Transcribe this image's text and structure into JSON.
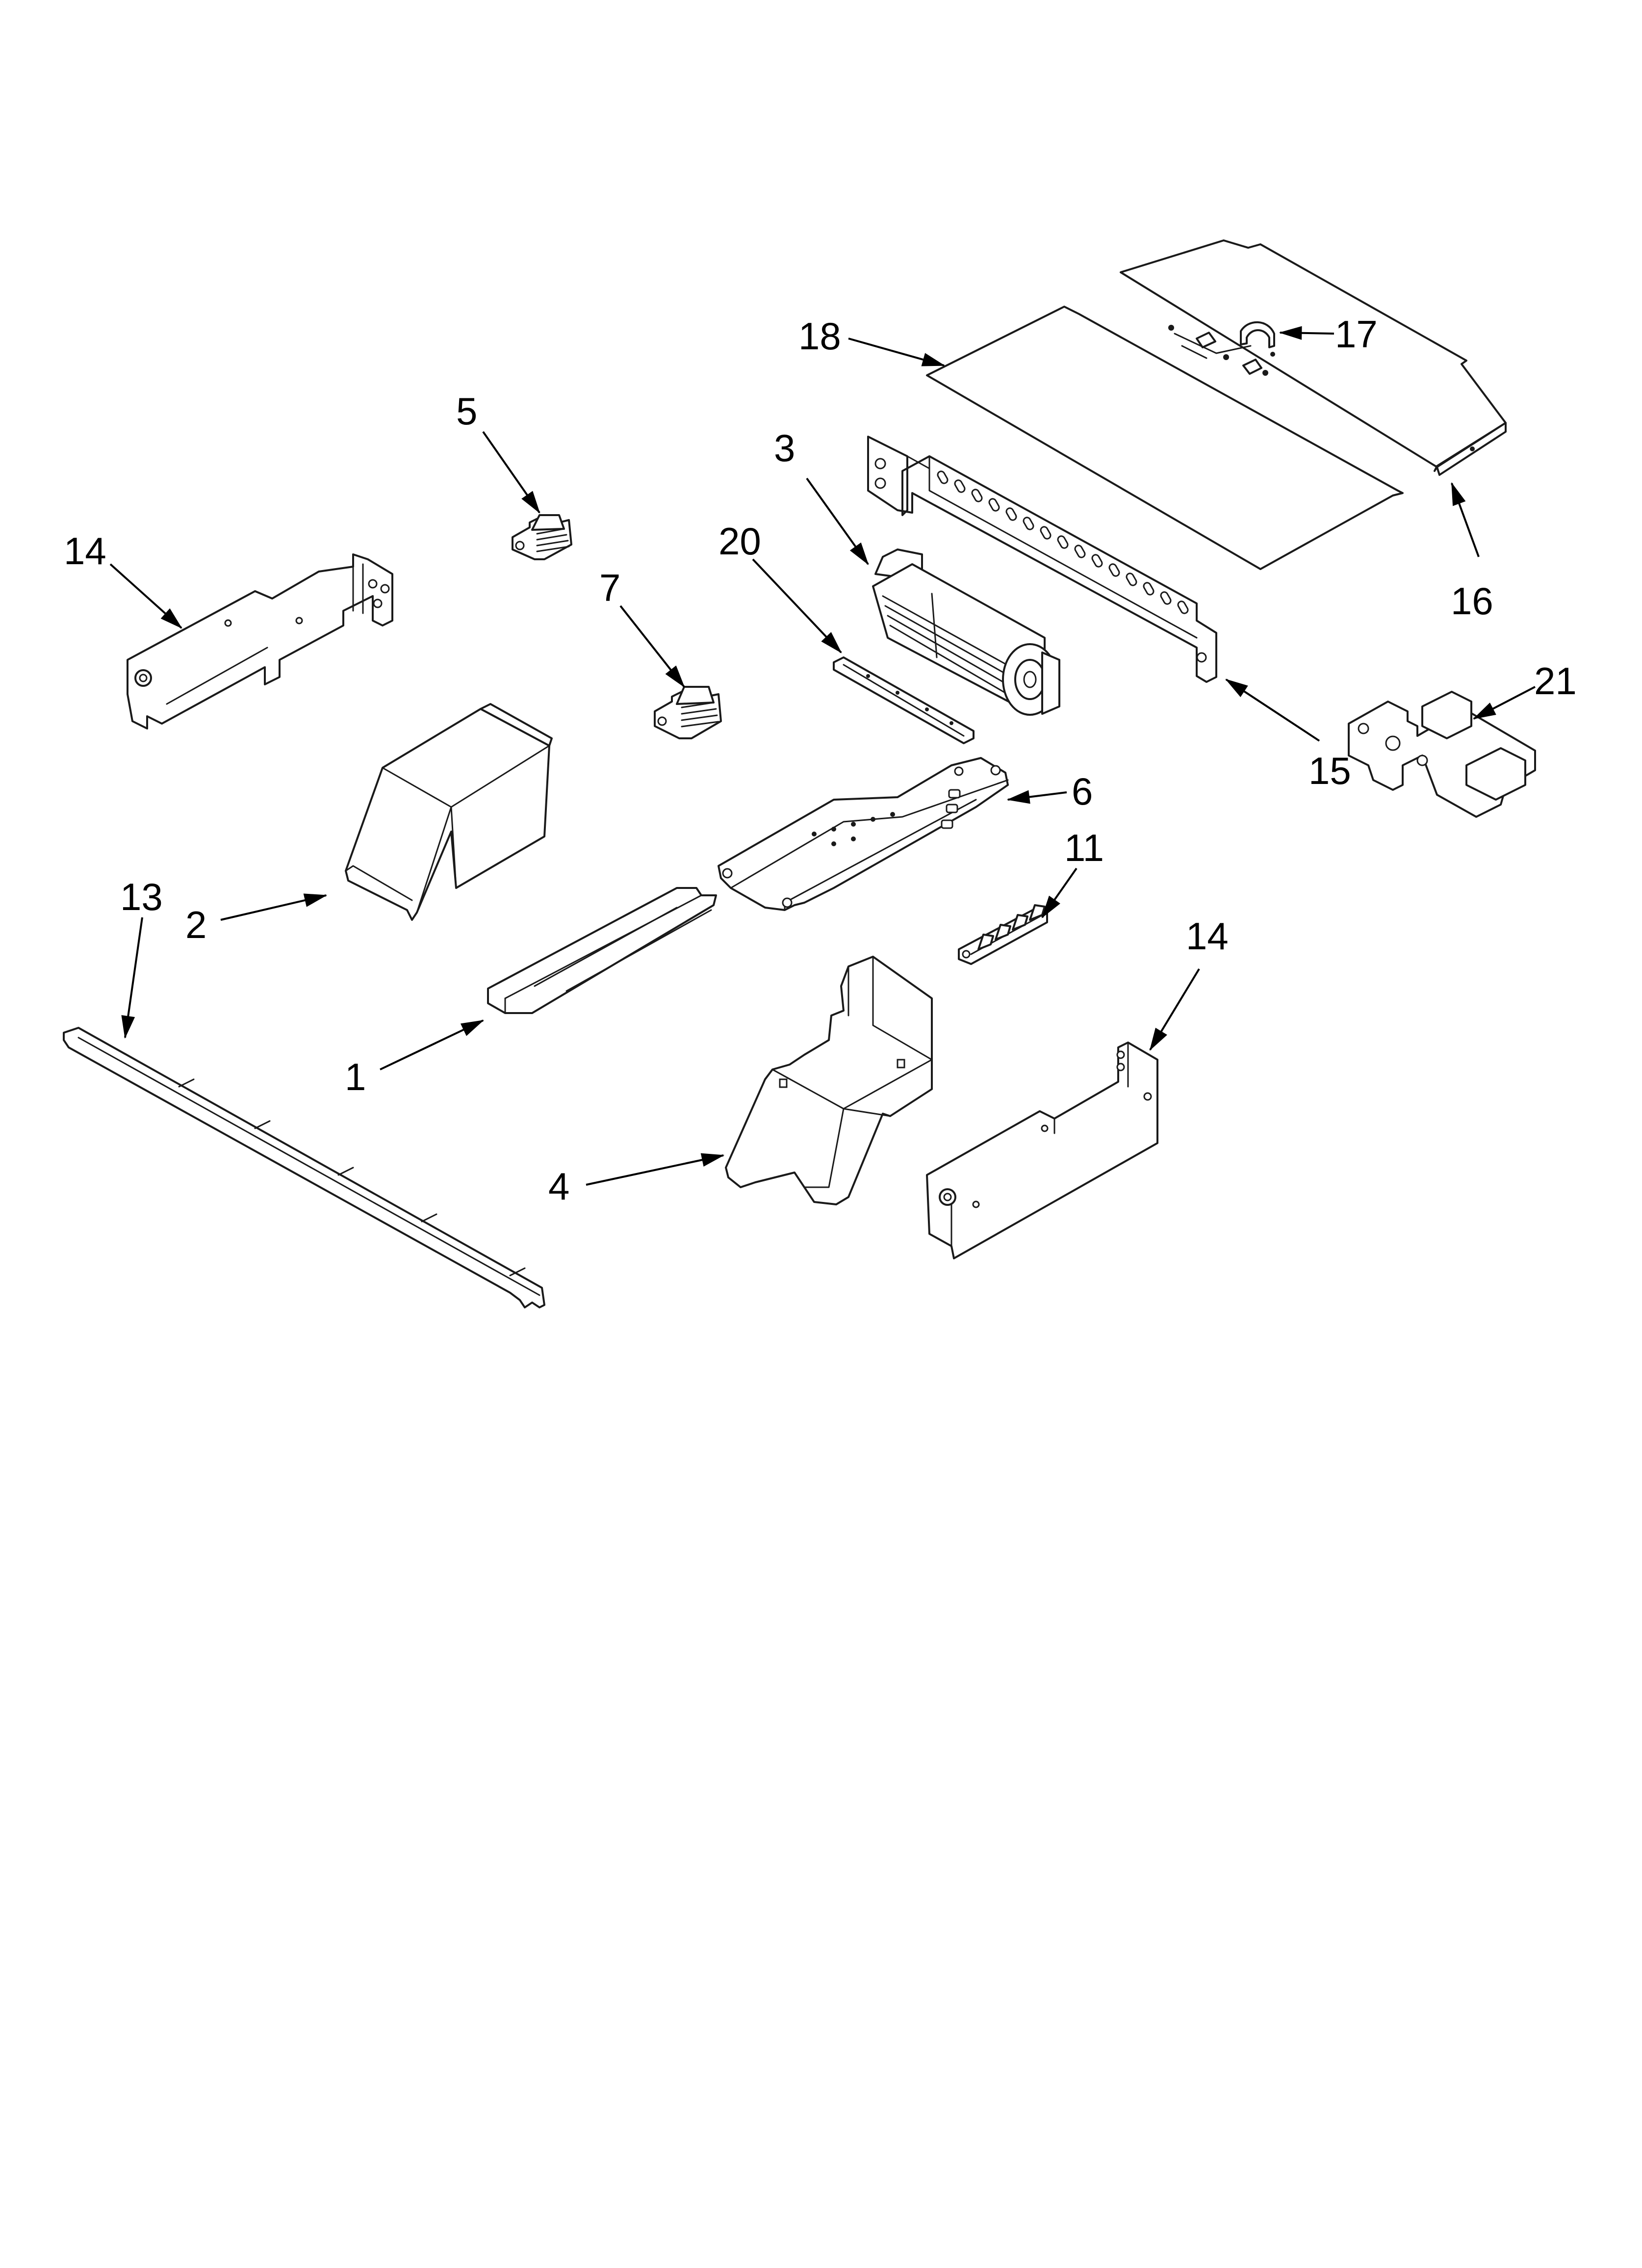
{
  "callouts": {
    "c1": "1",
    "c2": "2",
    "c3": "3",
    "c4": "4",
    "c5": "5",
    "c6": "6",
    "c7": "7",
    "c11": "11",
    "c13": "13",
    "c14a": "14",
    "c14b": "14",
    "c15": "15",
    "c16": "16",
    "c17": "17",
    "c18": "18",
    "c20": "20",
    "c21": "21"
  }
}
